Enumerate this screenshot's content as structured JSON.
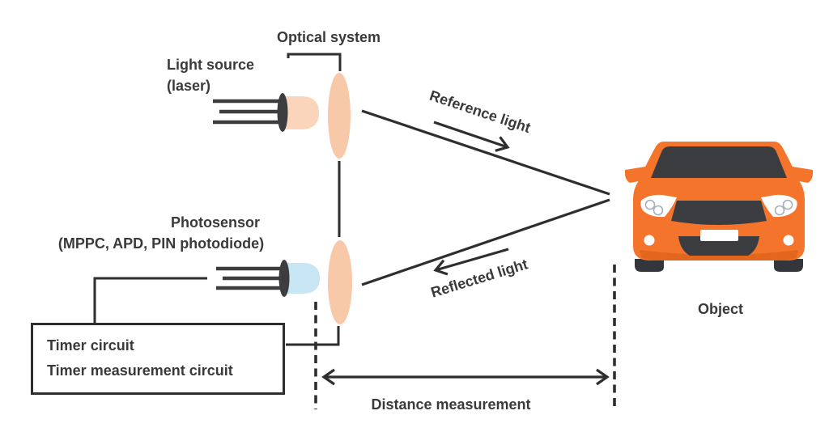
{
  "diagram": {
    "title_context": "Time-of-flight distance measurement diagram",
    "labels": {
      "optical_system": "Optical system",
      "light_source_line1": "Light source",
      "light_source_line2": "(laser)",
      "photosensor_line1": "Photosensor",
      "photosensor_line2": "(MPPC, APD, PIN photodiode)",
      "timer_line1": "Timer circuit",
      "timer_line2": "Timer measurement circuit",
      "reference_light": "Reference light",
      "reflected_light": "Reflected light",
      "distance_measurement": "Distance measurement",
      "object": "Object"
    },
    "icons": [
      "laser-diode-icon",
      "photodiode-icon",
      "lens-icon",
      "car-icon",
      "arrow-right-icon",
      "arrow-left-icon",
      "double-arrow-icon"
    ],
    "colors": {
      "line": "#2e2e2e",
      "text": "#3a3a3a",
      "lens": "#f8c9a9",
      "laser_dome": "#fbd5bb",
      "sensor_dome": "#c8e5f4",
      "flange": "#3d3d40",
      "car_body": "#f5742b",
      "car_dark": "#3b3c40",
      "car_shadow": "#33363b",
      "car_accent": "#e2661c",
      "bg": "#ffffff"
    }
  }
}
